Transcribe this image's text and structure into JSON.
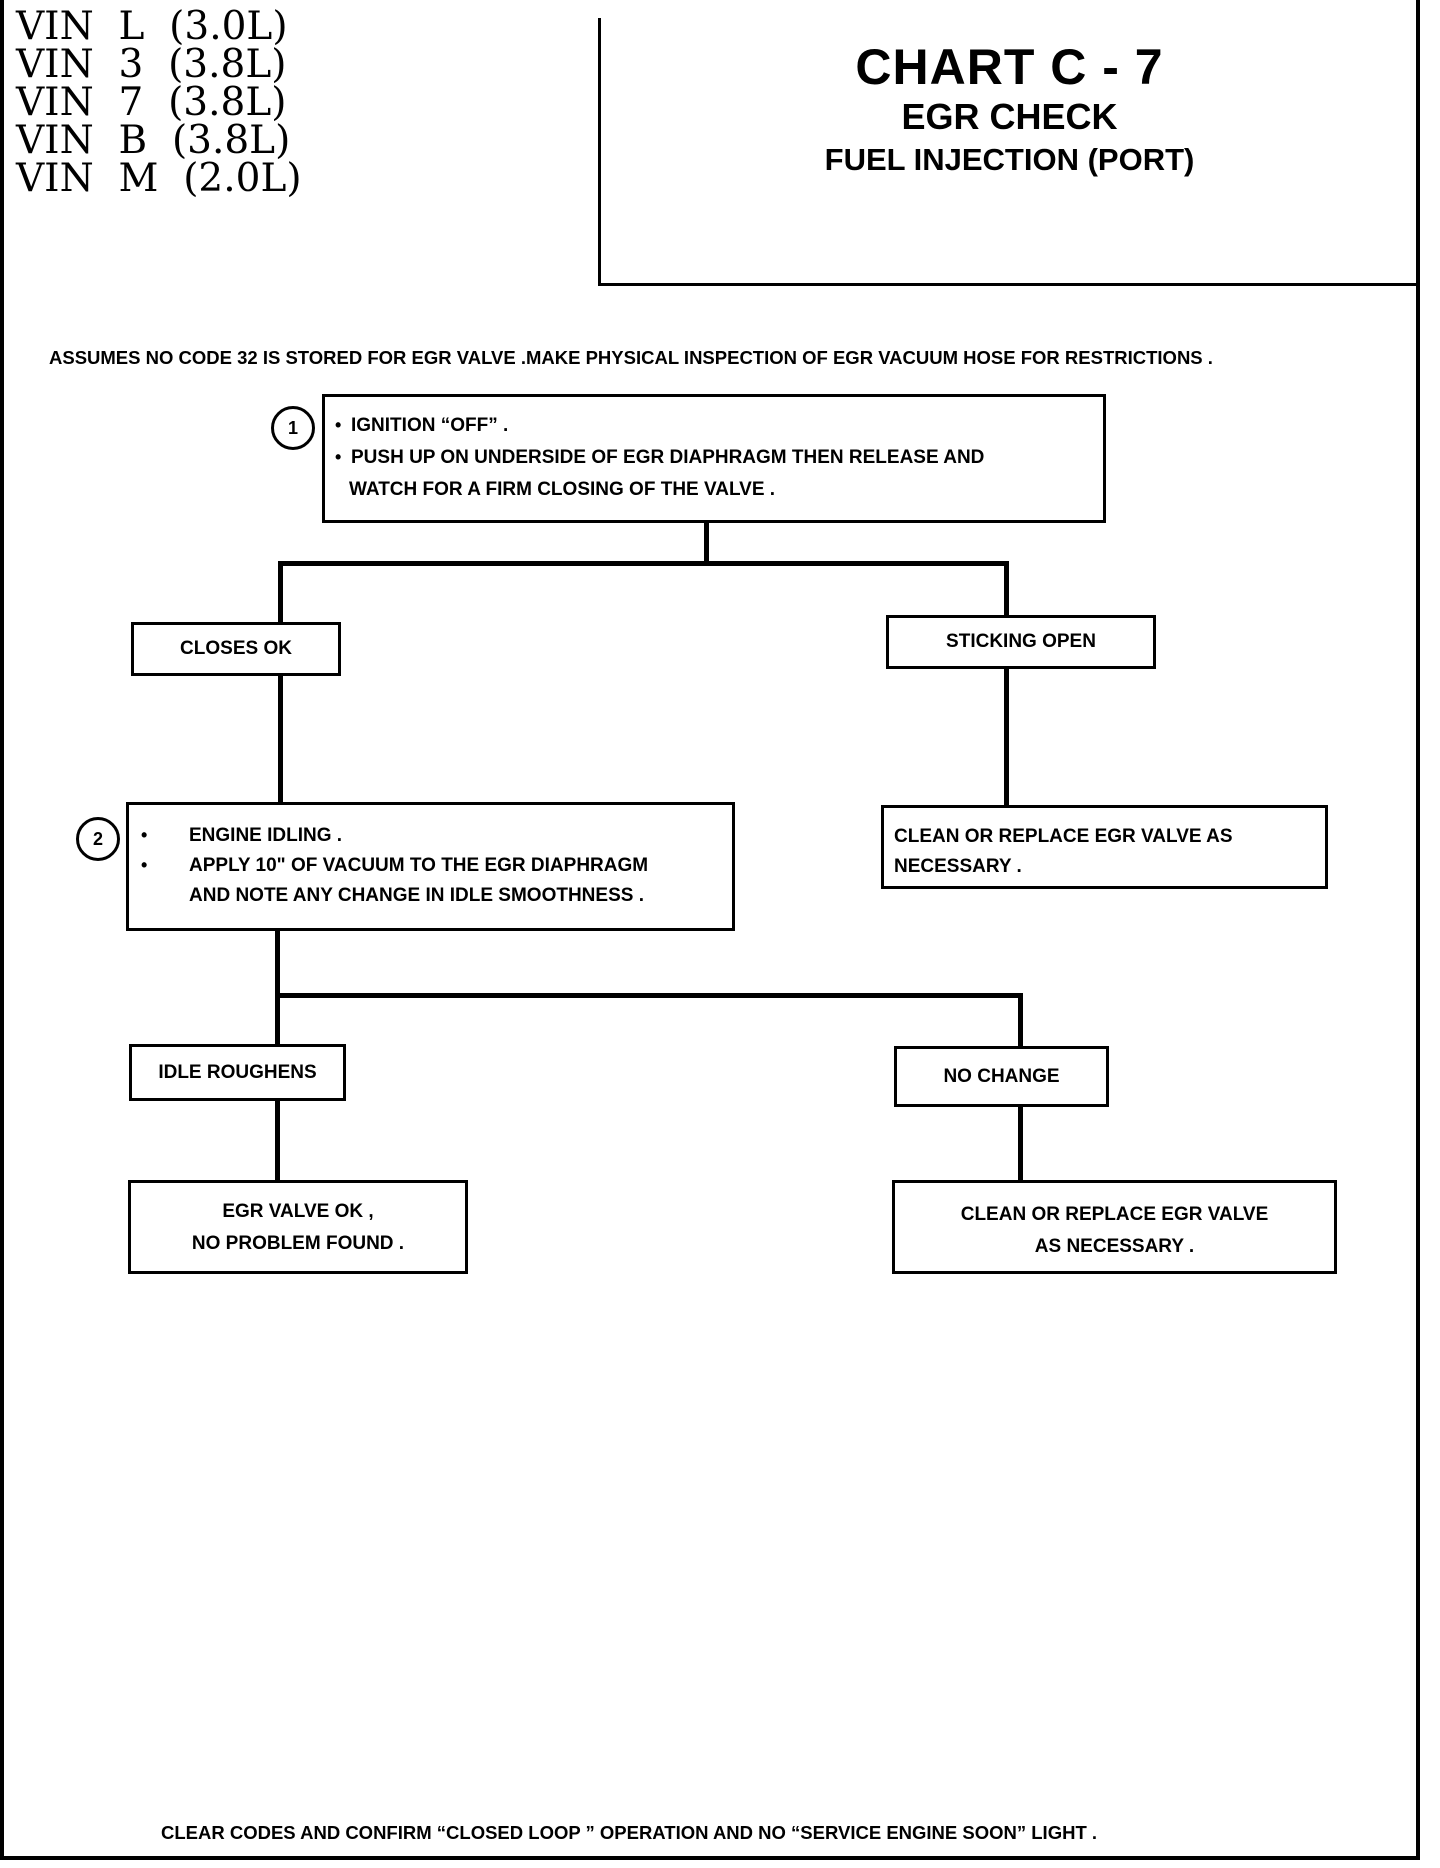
{
  "header": {
    "vin_lines": [
      "VIN  L  (3.0L)",
      "VIN  3  (3.8L)",
      "VIN  7  (3.8L)",
      "VIN  B  (3.8L)",
      "VIN  M  (2.0L)"
    ],
    "chart_title": "CHART C - 7",
    "chart_subtitle": "EGR CHECK",
    "chart_system": "FUEL INJECTION (PORT)"
  },
  "intro_note": "ASSUMES NO CODE 32 IS STORED FOR EGR VALVE .MAKE PHYSICAL INSPECTION OF EGR VACUUM HOSE FOR RESTRICTIONS .",
  "step1": {
    "number": "1",
    "bullet": "•",
    "line1": "IGNITION “OFF” .",
    "line2": "PUSH UP ON UNDERSIDE OF EGR DIAPHRAGM THEN RELEASE AND",
    "line3": "WATCH FOR A FIRM CLOSING OF THE VALVE ."
  },
  "branch1": {
    "left_label": "CLOSES OK",
    "right_label": "STICKING OPEN",
    "right_result_line1": "CLEAN OR REPLACE EGR VALVE AS",
    "right_result_line2": "NECESSARY ."
  },
  "step2": {
    "number": "2",
    "bullet": "•",
    "line1": "ENGINE IDLING .",
    "line2": "APPLY 10\" OF VACUUM TO THE EGR DIAPHRAGM",
    "line3": "AND NOTE ANY CHANGE IN IDLE SMOOTHNESS ."
  },
  "branch2": {
    "left_label": "IDLE ROUGHENS",
    "right_label": "NO CHANGE",
    "left_result_line1": "EGR VALVE OK ,",
    "left_result_line2": "NO PROBLEM FOUND .",
    "right_result_line1": "CLEAN OR REPLACE EGR VALVE",
    "right_result_line2": "AS NECESSARY ."
  },
  "footer_note": "CLEAR CODES AND CONFIRM “CLOSED LOOP ” OPERATION AND NO “SERVICE ENGINE SOON” LIGHT ."
}
